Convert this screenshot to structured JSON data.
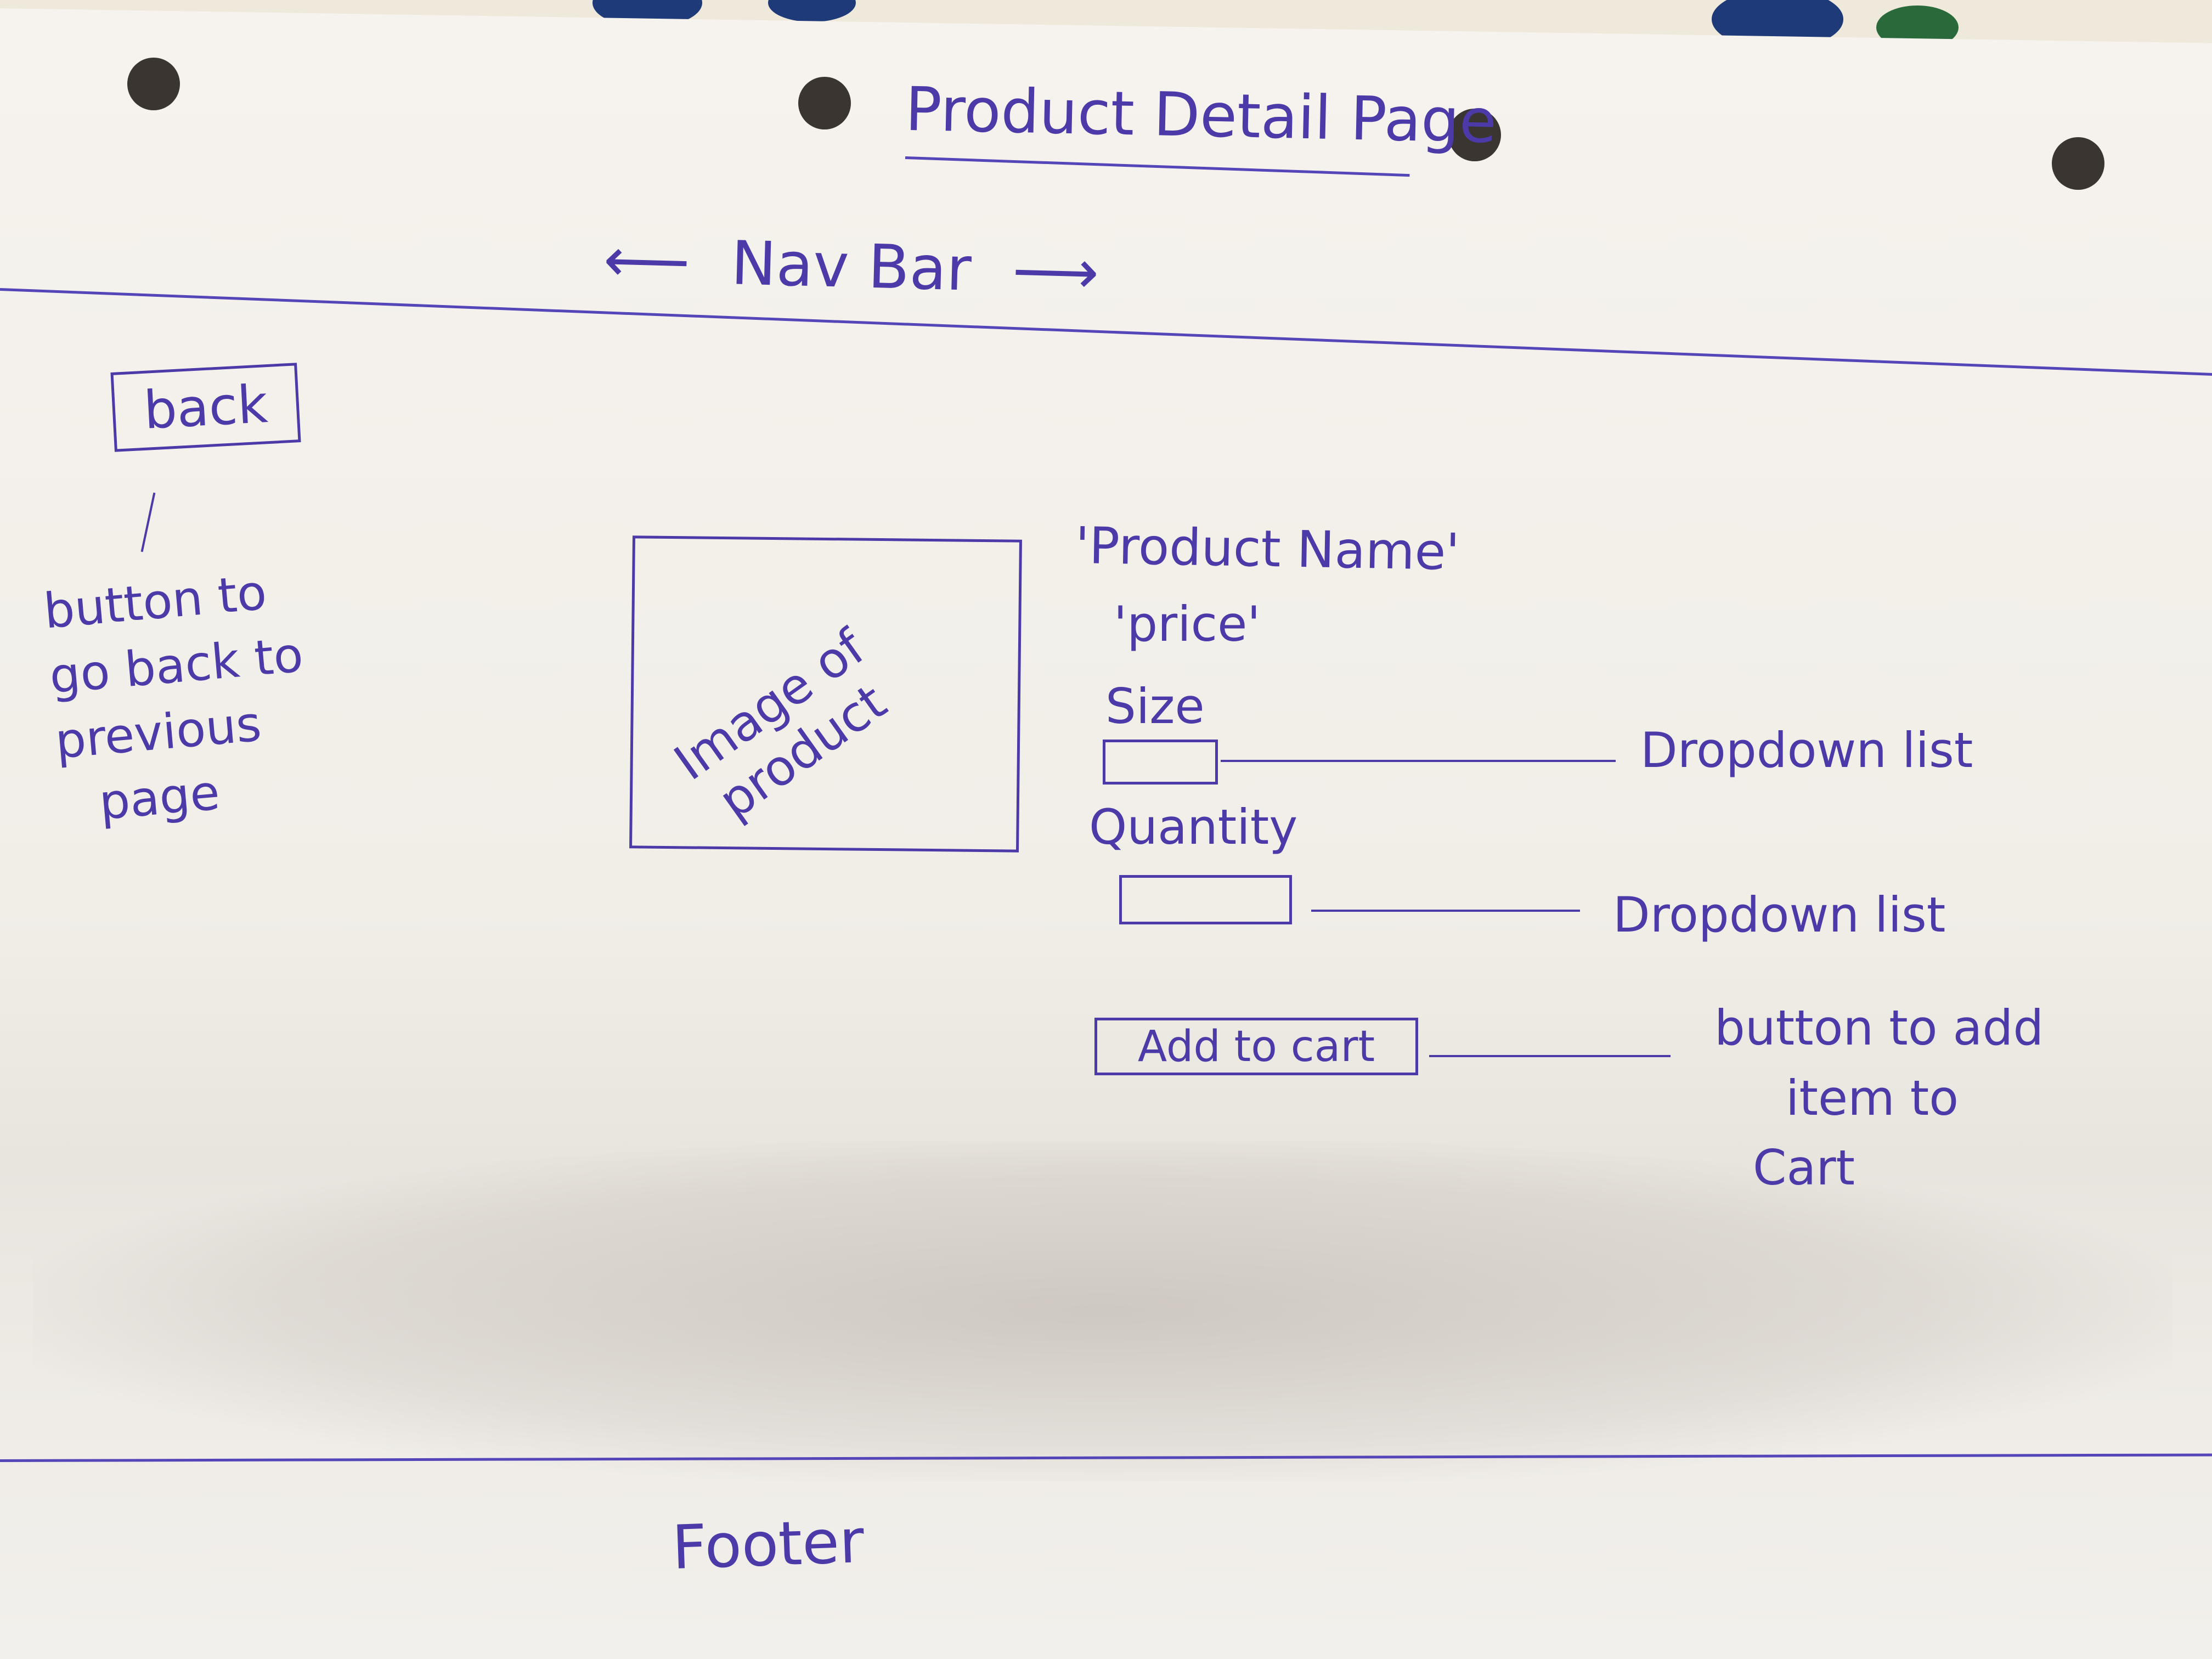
{
  "page": {
    "title": "Product Detail Page"
  },
  "navbar": {
    "label": "Nav Bar",
    "left_arrow": "⟵",
    "right_arrow": "⟶"
  },
  "back": {
    "button_label": "back",
    "annotation_lines": [
      "button to",
      "go back to",
      "previous",
      "page"
    ]
  },
  "product": {
    "image_placeholder_lines": [
      "Image of",
      "product"
    ],
    "name": "'Product Name'",
    "price": "'price'",
    "size_label": "Size",
    "size_note": "Dropdown list",
    "quantity_label": "Quantity",
    "quantity_note": "Dropdown list",
    "add_to_cart_label": "Add to cart",
    "add_to_cart_note_lines": [
      "button to add",
      "item to",
      "Cart"
    ]
  },
  "footer": {
    "label": "Footer"
  },
  "colors": {
    "ink": "#4b3aa8",
    "paper": "#f4f1ec",
    "rule": "#5446b8"
  }
}
